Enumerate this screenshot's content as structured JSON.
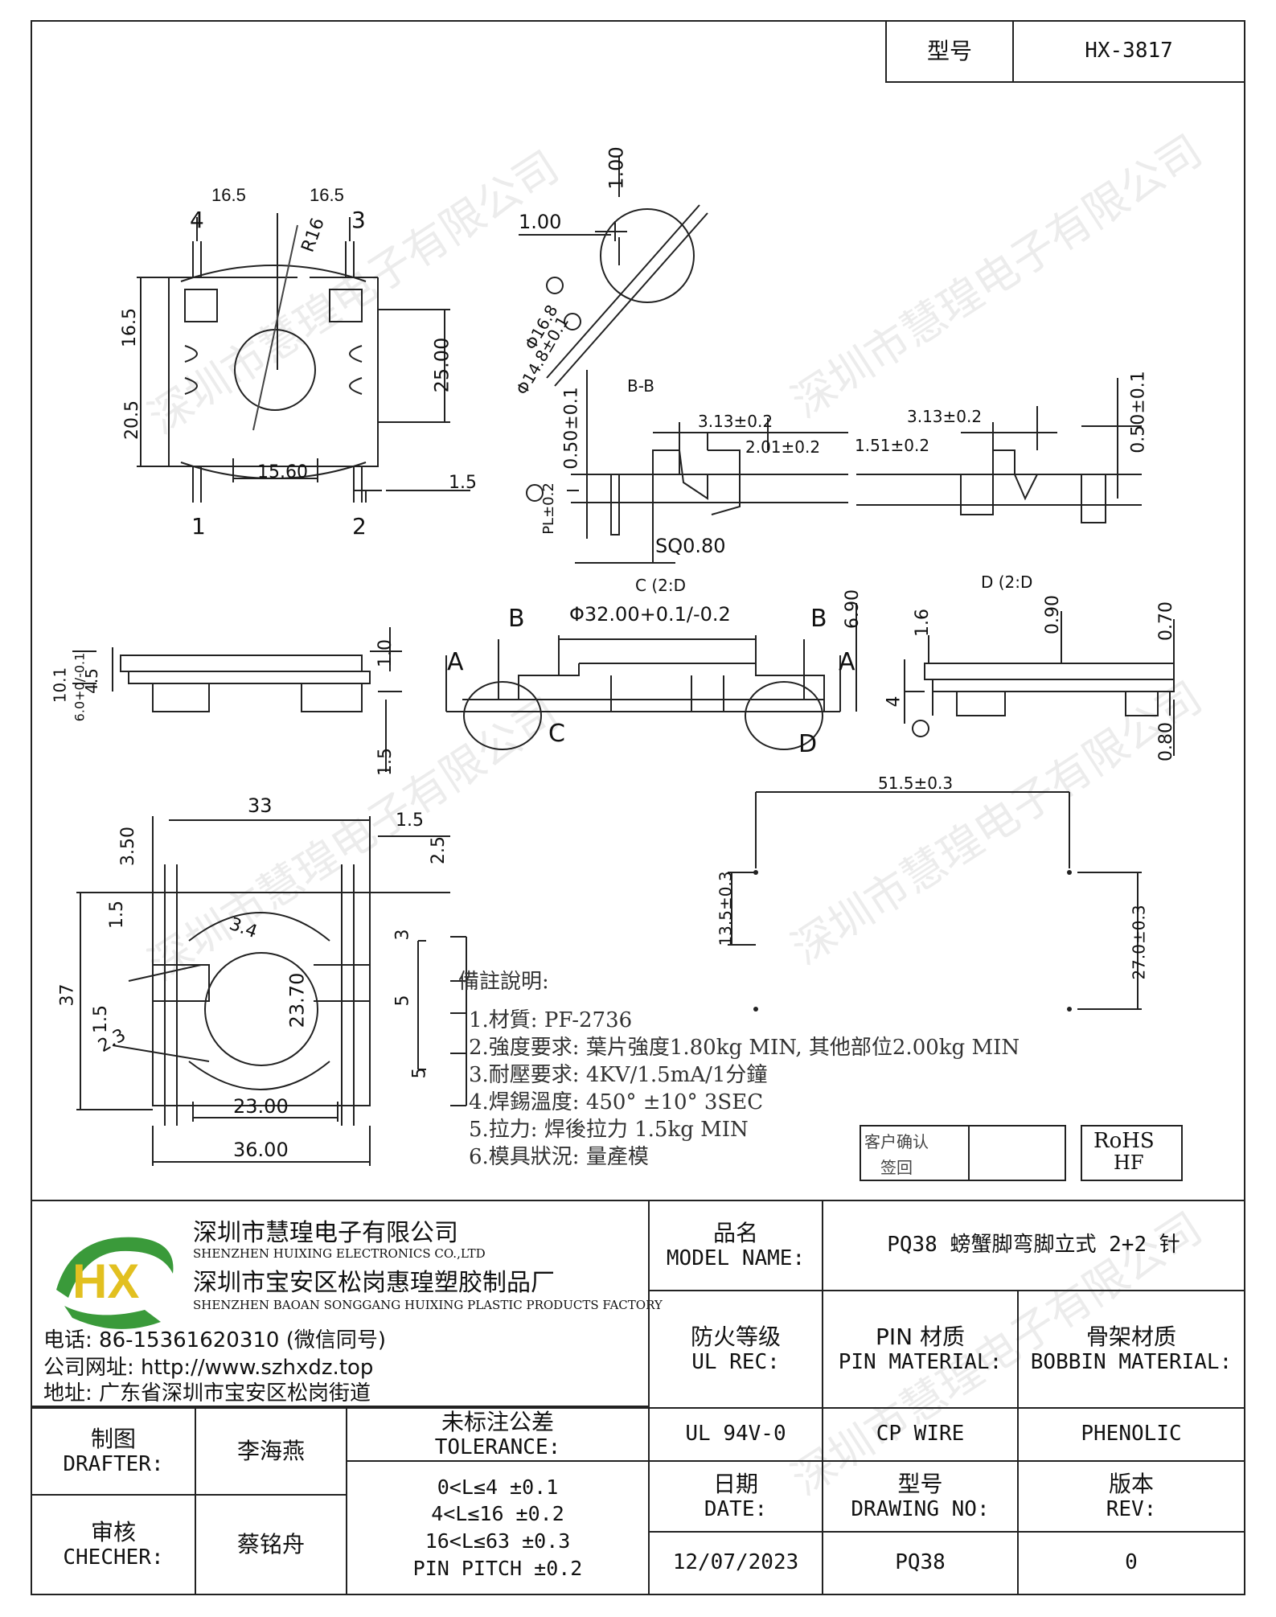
{
  "title_block": {
    "model_label": "型号",
    "model_value": "HX-3817"
  },
  "watermark": "深圳市慧瑝电子有限公司",
  "dimensions": {
    "top_left_view": [
      "16.5",
      "16.5",
      "4",
      "3",
      "R16",
      "16.5",
      "25.00",
      "20.5",
      "15.60",
      "1.5",
      "1",
      "2"
    ],
    "circle_detail": [
      "1.00",
      "1.00",
      "Φ16.8",
      "Φ14.8±0.1"
    ],
    "bb_section": [
      "B-B",
      "0.50±0.1",
      "3.13±0.2",
      "2.01±0.2",
      "PL±0.2",
      "SQ0.80"
    ],
    "bb_section_right": [
      "3.13±0.2",
      "1.51±0.2",
      "0.50±0.1"
    ],
    "side_view_left": [
      "10.1",
      "6.0+0/-0.1",
      "4.5",
      "1.0",
      "1.5"
    ],
    "side_view_center": [
      "C (2:D",
      "Φ32.00+0.1/-0.2",
      "6.90",
      "B",
      "B",
      "A",
      "A",
      "C",
      "D"
    ],
    "side_view_right": [
      "D (2:D",
      "1.6",
      "0.90",
      "0.70",
      "4",
      "0.80"
    ],
    "bottom_view": [
      "33",
      "1.5",
      "3.50",
      "2.5",
      "1.5",
      "3.4",
      "3",
      "37",
      "23.70",
      "5",
      "1.5",
      "2.3",
      "5",
      "23.00",
      "36.00"
    ],
    "pcb_layout": [
      "51.5±0.3",
      "13.5±0.3",
      "27.0±0.3"
    ]
  },
  "notes": {
    "heading": "備註說明:",
    "items": [
      "1.材質: PF-2736",
      "2.強度要求: 葉片強度1.80kg MIN, 其他部位2.00kg MIN",
      "3.耐壓要求: 4KV/1.5mA/1分鐘",
      "4.焊錫溫度: 450° ±10° 3SEC",
      "5.拉力: 焊後拉力 1.5kg MIN",
      "6.模具狀況: 量產模"
    ]
  },
  "customer_confirm": {
    "line1": "客户确认",
    "line2": "签回"
  },
  "rohs": {
    "line1": "RoHS",
    "line2": "HF"
  },
  "company": {
    "logo_text": "HX",
    "name_cn": "深圳市慧瑝电子有限公司",
    "name_en": "SHENZHEN HUIXING ELECTRONICS CO.,LTD",
    "factory_cn": "深圳市宝安区松岗惠瑝塑胶制品厂",
    "factory_en": "SHENZHEN BAOAN SONGGANG HUIXING PLASTIC PRODUCTS FACTORY",
    "phone": "电话: 86-15361620310 (微信同号)",
    "website": "公司网址: http://www.szhxdz.top",
    "address": "地址: 广东省深圳市宝安区松岗街道"
  },
  "table": {
    "model_name_cn": "品名",
    "model_name_en": "MODEL NAME:",
    "model_name_value": "PQ38 螃蟹脚弯脚立式 2+2 针",
    "ul_cn": "防火等级",
    "ul_en": "UL REC:",
    "pin_cn": "PIN 材质",
    "pin_en": "PIN MATERIAL:",
    "bobbin_cn": "骨架材质",
    "bobbin_en": "BOBBIN MATERIAL:",
    "ul_value": "UL 94V-0",
    "pin_value": "CP WIRE",
    "bobbin_value": "PHENOLIC",
    "drafter_cn": "制图",
    "drafter_en": "DRAFTER:",
    "drafter_value": "李海燕",
    "checker_cn": "审核",
    "checker_en": "CHECHER:",
    "checker_value": "蔡铭舟",
    "tolerance_cn": "未标注公差",
    "tolerance_en": "TOLERANCE:",
    "tolerance_lines": [
      "0<L≤4  ±0.1",
      "4<L≤16 ±0.2",
      "16<L≤63 ±0.3",
      "PIN PITCH ±0.2"
    ],
    "date_cn": "日期",
    "date_en": "DATE:",
    "drawing_cn": "型号",
    "drawing_en": "DRAWING NO:",
    "rev_cn": "版本",
    "rev_en": "REV:",
    "date_value": "12/07/2023",
    "drawing_value": "PQ38",
    "rev_value": "0"
  }
}
